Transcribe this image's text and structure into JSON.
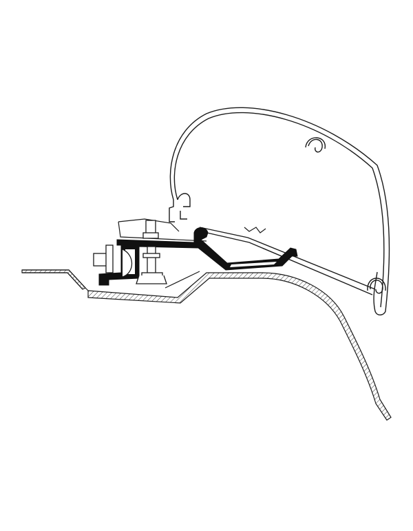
{
  "diagram": {
    "kind": "technical cross-section line drawing",
    "parts": [
      "awning-case-profile",
      "awning-fabric-roller",
      "mounting-adapter-profile",
      "vehicle-roof-panel",
      "bolt-assembly",
      "roof-rail-bracket"
    ],
    "colors": {
      "line": "#1a1a1a",
      "adapter_fill": "#111111",
      "background": "#ffffff",
      "hatch": "#333333"
    },
    "labels": []
  }
}
